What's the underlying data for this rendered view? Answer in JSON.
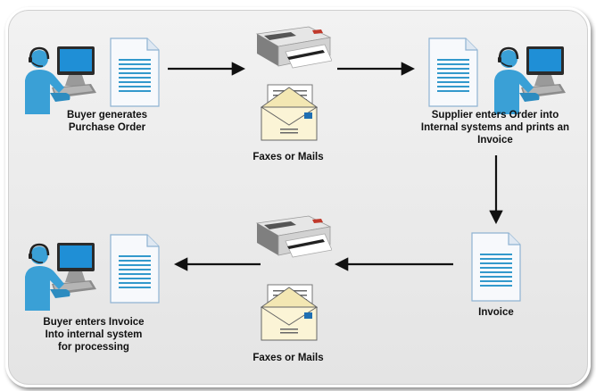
{
  "labels": {
    "buyer_generates": "Buyer generates\nPurchase Order",
    "faxes_top": "Faxes or Mails",
    "supplier_enters": "Supplier enters Order into\nInternal systems and prints an\nInvoice",
    "invoice": "Invoice",
    "faxes_bottom": "Faxes or Mails",
    "buyer_enters": "Buyer enters Invoice\nInto internal system\nfor processing"
  },
  "colors": {
    "person": "#3aa0d6",
    "document_lines": "#3399cc",
    "arrow": "#111111",
    "frame_bg": "#ececec",
    "envelope": "#fbf4d6"
  },
  "icons": [
    "person-at-computer-icon",
    "document-icon",
    "fax-machine-icon",
    "envelope-icon",
    "arrow-icon"
  ]
}
